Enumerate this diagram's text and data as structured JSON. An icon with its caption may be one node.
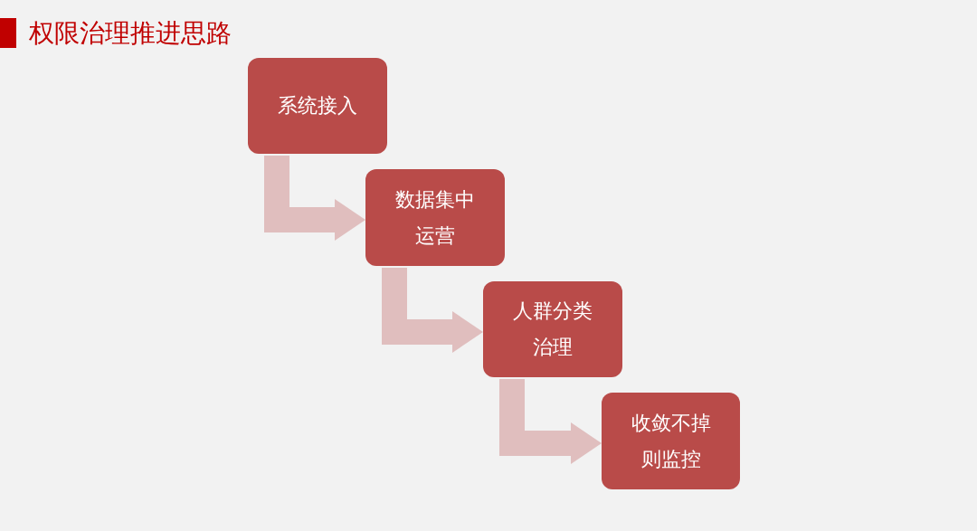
{
  "diagram": {
    "title": "权限治理推进思路",
    "nodes": [
      {
        "text": [
          "系统接入"
        ]
      },
      {
        "text": [
          "数据集中运营"
        ]
      },
      {
        "text": [
          "人群分类治理"
        ]
      },
      {
        "text": [
          "收敛不掉则监控"
        ]
      }
    ],
    "edges": [
      {
        "from": 0,
        "to": 1,
        "arrow": "to"
      },
      {
        "from": 1,
        "to": 2,
        "arrow": "to"
      },
      {
        "from": 2,
        "to": 3,
        "arrow": "to"
      }
    ]
  }
}
